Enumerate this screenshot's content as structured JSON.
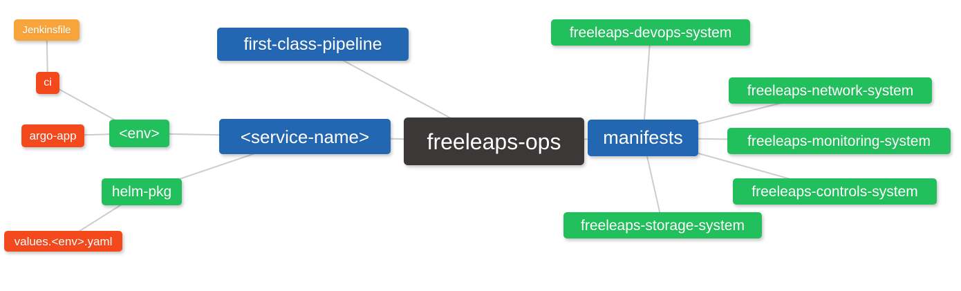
{
  "diagram": {
    "type": "mindmap",
    "root_label": "freeleaps-ops",
    "palette": {
      "root_bg": "#3B3837",
      "primary_bg": "#2366B1",
      "green_bg": "#21C05C",
      "red_bg": "#F4491D",
      "orange_bg": "#F7A43B",
      "edge_color": "#CCCCCC",
      "text_color": "#FFFFFF",
      "canvas_bg": "#FFFFFF"
    },
    "nodes": [
      {
        "id": "freeleaps-ops",
        "label": "freeleaps-ops",
        "color": "root_bg"
      },
      {
        "id": "first-class-pipeline",
        "label": "first-class-pipeline",
        "color": "primary_bg"
      },
      {
        "id": "service-name",
        "label": "<service-name>",
        "color": "primary_bg"
      },
      {
        "id": "manifests",
        "label": "manifests",
        "color": "primary_bg"
      },
      {
        "id": "env",
        "label": "<env>",
        "color": "green_bg"
      },
      {
        "id": "helm-pkg",
        "label": "helm-pkg",
        "color": "green_bg"
      },
      {
        "id": "ci",
        "label": "ci",
        "color": "red_bg"
      },
      {
        "id": "argo-app",
        "label": "argo-app",
        "color": "red_bg"
      },
      {
        "id": "jenkinsfile",
        "label": "Jenkinsfile",
        "color": "orange_bg"
      },
      {
        "id": "values-env-yaml",
        "label": "values.<env>.yaml",
        "color": "red_bg"
      },
      {
        "id": "devops-system",
        "label": "freeleaps-devops-system",
        "color": "green_bg"
      },
      {
        "id": "network-system",
        "label": "freeleaps-network-system",
        "color": "green_bg"
      },
      {
        "id": "monitoring-system",
        "label": "freeleaps-monitoring-system",
        "color": "green_bg"
      },
      {
        "id": "controls-system",
        "label": "freeleaps-controls-system",
        "color": "green_bg"
      },
      {
        "id": "storage-system",
        "label": "freeleaps-storage-system",
        "color": "green_bg"
      }
    ],
    "edges": [
      [
        "freeleaps-ops",
        "first-class-pipeline"
      ],
      [
        "freeleaps-ops",
        "service-name"
      ],
      [
        "freeleaps-ops",
        "manifests"
      ],
      [
        "service-name",
        "env"
      ],
      [
        "service-name",
        "helm-pkg"
      ],
      [
        "env",
        "ci"
      ],
      [
        "env",
        "argo-app"
      ],
      [
        "ci",
        "jenkinsfile"
      ],
      [
        "helm-pkg",
        "values-env-yaml"
      ],
      [
        "manifests",
        "devops-system"
      ],
      [
        "manifests",
        "network-system"
      ],
      [
        "manifests",
        "monitoring-system"
      ],
      [
        "manifests",
        "controls-system"
      ],
      [
        "manifests",
        "storage-system"
      ]
    ]
  }
}
